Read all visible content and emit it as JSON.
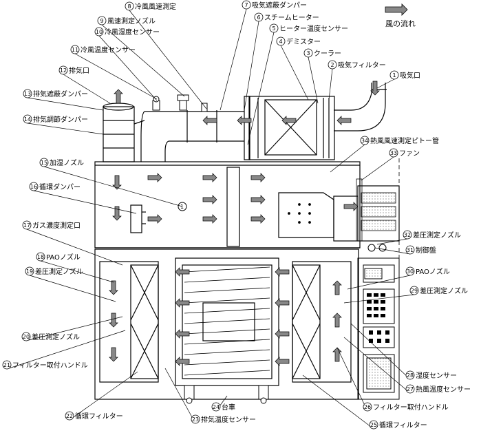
{
  "legend": {
    "text": "風の流れ"
  },
  "callouts": [
    {
      "num": "1",
      "label": "吸気口"
    },
    {
      "num": "2",
      "label": "吸気フィルター"
    },
    {
      "num": "3",
      "label": "クーラー"
    },
    {
      "num": "4",
      "label": "デミスター"
    },
    {
      "num": "5",
      "label": "ヒーター温度センサー"
    },
    {
      "num": "6",
      "label": "スチームヒーター"
    },
    {
      "num": "7",
      "label": "吸気遮蔽ダンパー"
    },
    {
      "num": "8",
      "label": "冷風風速測定"
    },
    {
      "num": "9",
      "label": "風速測定ノズル"
    },
    {
      "num": "10",
      "label": "冷風湿度センサー"
    },
    {
      "num": "11",
      "label": "冷風温度センサー"
    },
    {
      "num": "12",
      "label": "排気口"
    },
    {
      "num": "13",
      "label": "排気遮蔽ダンパー"
    },
    {
      "num": "14",
      "label": "排気調節ダンパー"
    },
    {
      "num": "15",
      "label": "加湿ノズル"
    },
    {
      "num": "16",
      "label": "循環ダンパー"
    },
    {
      "num": "17",
      "label": "ガス濃度測定口"
    },
    {
      "num": "18",
      "label": "PAOノズル"
    },
    {
      "num": "19",
      "label": "差圧測定ノズル"
    },
    {
      "num": "20",
      "label": "差圧測定ノズル"
    },
    {
      "num": "21",
      "label": "フィルター取付ハンドル"
    },
    {
      "num": "22",
      "label": "循環フィルター"
    },
    {
      "num": "23",
      "label": "排気温度センサー"
    },
    {
      "num": "24",
      "label": "台車"
    },
    {
      "num": "25",
      "label": "循環フィルター"
    },
    {
      "num": "26",
      "label": "フィルター取付ハンドル"
    },
    {
      "num": "27",
      "label": "熱風温度センサー"
    },
    {
      "num": "28",
      "label": "湿度センサー"
    },
    {
      "num": "29",
      "label": "差圧測定ノズル"
    },
    {
      "num": "30",
      "label": "PAOノズル"
    },
    {
      "num": "31",
      "label": "制御盤"
    },
    {
      "num": "32",
      "label": "差圧測定ノズル"
    },
    {
      "num": "33",
      "label": "ファン"
    },
    {
      "num": "34",
      "label": "熱風風速測定ピトー管"
    }
  ],
  "markers": {
    "humidifier_marker": "1"
  },
  "colors": {
    "line": "#000000",
    "arrow_fill": "#888888",
    "background": "#ffffff"
  }
}
